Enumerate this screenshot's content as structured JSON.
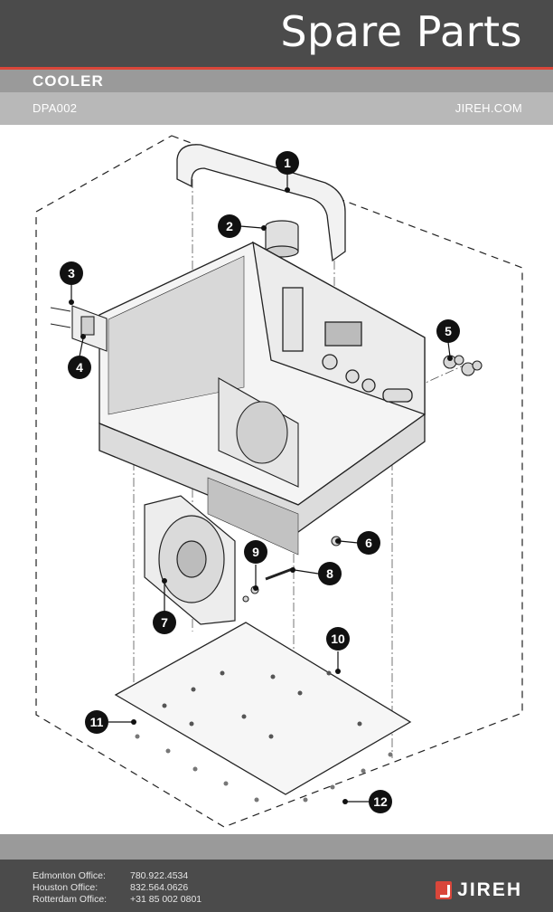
{
  "header": {
    "title": "Spare Parts"
  },
  "section": {
    "name": "COOLER",
    "code": "DPA002",
    "website": "JIREH.COM"
  },
  "callouts": [
    "1",
    "2",
    "3",
    "4",
    "5",
    "6",
    "7",
    "8",
    "9",
    "10",
    "11",
    "12"
  ],
  "footer": {
    "offices": [
      {
        "label": "Edmonton Office:",
        "phone": "780.922.4534"
      },
      {
        "label": "Houston Office:",
        "phone": "832.564.0626"
      },
      {
        "label": "Rotterdam Office:",
        "phone": "+31 85 002 0801"
      }
    ],
    "brand": "JIREH"
  },
  "colors": {
    "header": "#4b4b4b",
    "accent": "#d9463a",
    "band_mid": "#9a9a9a",
    "band_light": "#b8b8b8"
  }
}
